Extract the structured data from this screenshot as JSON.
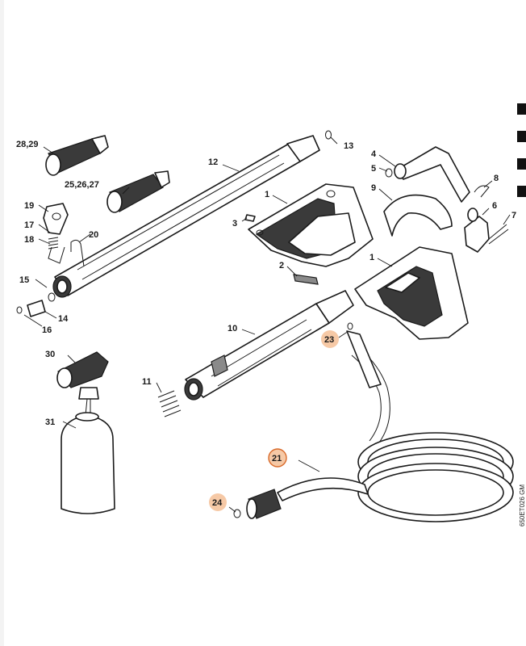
{
  "callouts": {
    "c28_29": "28,29",
    "c25_26_27": "25,26,27",
    "c12": "12",
    "c13": "13",
    "c1a": "1",
    "c1b": "1",
    "c2": "2",
    "c3": "3",
    "c4": "4",
    "c5": "5",
    "c6": "6",
    "c7": "7",
    "c8": "8",
    "c9": "9",
    "c10": "10",
    "c11": "11",
    "c14": "14",
    "c15": "15",
    "c16": "16",
    "c17": "17",
    "c18": "18",
    "c19": "19",
    "c20": "20",
    "c21": "21",
    "c23": "23",
    "c24": "24",
    "c30": "30",
    "c31": "31"
  },
  "drawing_code": "650ET026 GM",
  "highlight_color": "#f6c9a6",
  "highlight_ring_color": "#d86a2a"
}
